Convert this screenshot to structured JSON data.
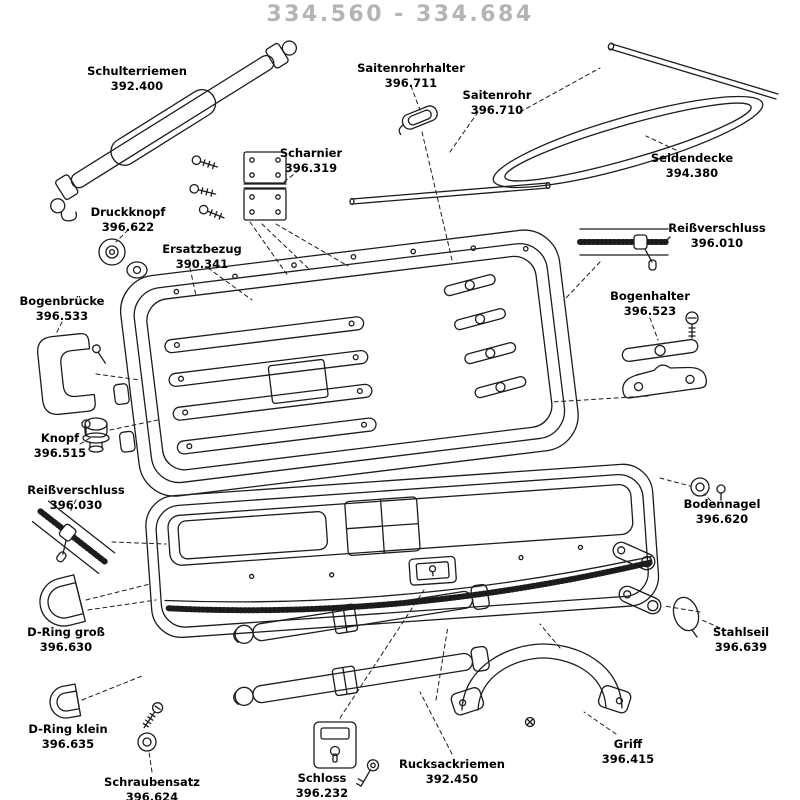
{
  "title": "334.560 - 334.684",
  "colors": {
    "line": "#1c1c1c",
    "title": "#b4b4b4",
    "label": "#000000",
    "bg": "#ffffff"
  },
  "labels": [
    {
      "name": "Schulterriemen",
      "number": "392.400"
    },
    {
      "name": "Saitenrohrhalter",
      "number": "396.711"
    },
    {
      "name": "Saitenrohr",
      "number": "396.710"
    },
    {
      "name": "Seidendecke",
      "number": "394.380"
    },
    {
      "name": "Scharnier",
      "number": "396.319"
    },
    {
      "name": "Druckknopf",
      "number": "396.622"
    },
    {
      "name": "Ersatzbezug",
      "number": "390.341"
    },
    {
      "name": "Reißverschluss",
      "number": "396.010"
    },
    {
      "name": "Bogenbrücke",
      "number": "396.533"
    },
    {
      "name": "Bogenhalter",
      "number": "396.523"
    },
    {
      "name": "Knopf",
      "number": "396.515"
    },
    {
      "name": "Reißverschluss",
      "number": "396.030"
    },
    {
      "name": "Bodennagel",
      "number": "396.620"
    },
    {
      "name": "D-Ring groß",
      "number": "396.630"
    },
    {
      "name": "Stahlseil",
      "number": "396.639"
    },
    {
      "name": "D-Ring klein",
      "number": "396.635"
    },
    {
      "name": "Schraubensatz",
      "number": "396.624"
    },
    {
      "name": "Schloss",
      "number": "396.232"
    },
    {
      "name": "Rucksackriemen",
      "number": "392.450"
    },
    {
      "name": "Griff",
      "number": "396.415"
    }
  ]
}
